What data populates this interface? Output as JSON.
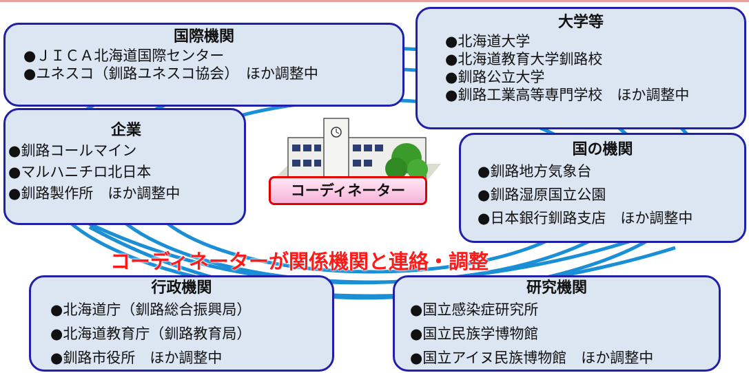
{
  "colors": {
    "box_fill": "#dce6f2",
    "box_border": "#1f1fa8",
    "ring": "#1a8fd6",
    "banner": "#ff1a1a",
    "coordinator_border": "#e00000"
  },
  "intl": {
    "title": "国際機関",
    "items": [
      "ＪＩＣＡ北海道国際センター",
      "ユネスコ（釧路ユネスコ協会）　ほか調整中"
    ]
  },
  "univ": {
    "title": "大学等",
    "items": [
      "北海道大学",
      "北海道教育大学釧路校",
      "釧路公立大学",
      "釧路工業高等専門学校　ほか調整中"
    ]
  },
  "company": {
    "title": "企業",
    "items": [
      "釧路コールマイン",
      "マルハニチロ北日本",
      "釧路製作所　ほか調整中"
    ]
  },
  "national": {
    "title": "国の機関",
    "items": [
      "釧路地方気象台",
      "釧路湿原国立公園",
      "日本銀行釧路支店　ほか調整中"
    ]
  },
  "admin": {
    "title": "行政機関",
    "items": [
      "北海道庁（釧路総合振興局）",
      "北海道教育庁（釧路教育局）",
      "釧路市役所　ほか調整中"
    ]
  },
  "research": {
    "title": "研究機関",
    "items": [
      "国立感染症研究所",
      "国立民族学博物館",
      "国立アイヌ民族博物館　ほか調整中"
    ]
  },
  "center": {
    "label": "コーディネーター",
    "icon": "school-building-icon"
  },
  "banner": "コーディネーターが関係機関と連絡・調整"
}
